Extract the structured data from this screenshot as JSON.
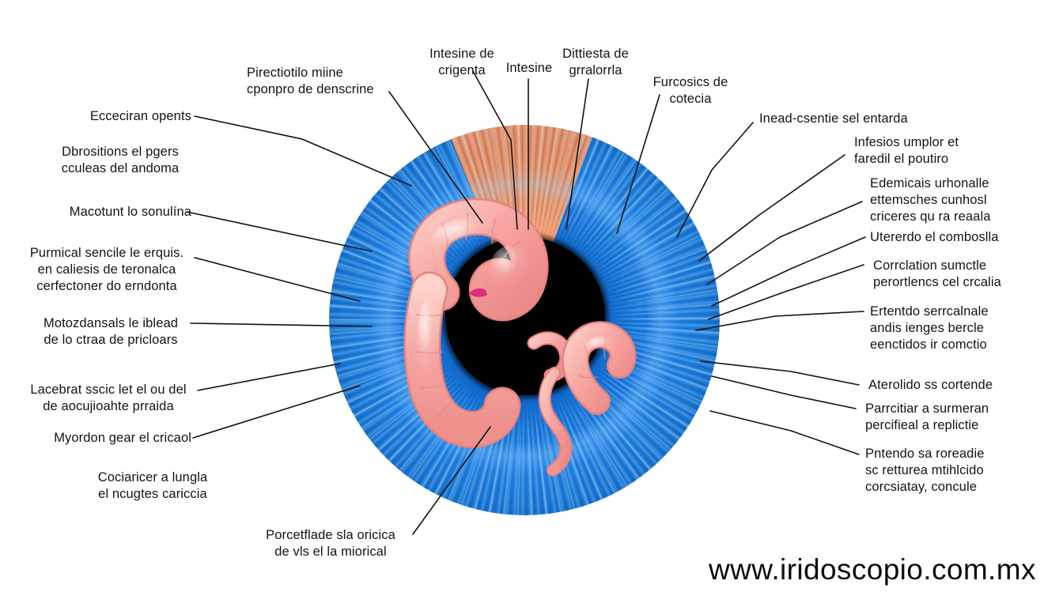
{
  "page": {
    "title": "Iridology iris chart — digestive zone",
    "background_color": "#ffffff",
    "watermark": "www.iridoscopio.com.mx"
  },
  "colors": {
    "iris_blue_dark": "#0b4fa8",
    "iris_blue_mid": "#1a79da",
    "iris_blue_light": "#2a8bea",
    "fibre_highlight": "#a0d7ff",
    "wedge_orange": "#f08e5c",
    "wedge_orange_light": "#f9b289",
    "pupil_black": "#010101",
    "intestine_pink": "#f5a0a0",
    "intestine_highlight": "#fbc8c0",
    "intestine_accent": "#d9267a",
    "leader_line": "#111111",
    "text": "#131313"
  },
  "artwork": {
    "iris": {
      "name": "iris-illustration",
      "pupil_label": "pupil",
      "orange_sector_label": "highlighted-iris-sector"
    },
    "intestine": {
      "name": "intestine-illustration"
    }
  },
  "labels": {
    "left": [
      {
        "id": "left-1",
        "text": "Ecceciran opents",
        "align": "right"
      },
      {
        "id": "left-2",
        "text": "Dbrositions el pgers\ncculeas del andoma",
        "align": "center"
      },
      {
        "id": "left-3",
        "text": "Macotunt lo sonulína",
        "align": "right"
      },
      {
        "id": "left-4",
        "text": "Purmical sencile le erquis.\nen caliesis de teronalca\ncerfectoner do erndonta",
        "align": "center"
      },
      {
        "id": "left-5",
        "text": "Motozdansals le iblead\nde lo ctraa de pricloars",
        "align": "center"
      },
      {
        "id": "left-6",
        "text": "Lacebrat sscic let el ou del\nde aocujioahte prraida",
        "align": "center"
      },
      {
        "id": "left-7",
        "text": "Myordon gear el cricaol",
        "align": "right"
      },
      {
        "id": "left-8",
        "text": "Cociaricer a lungla\nel ncugtes cariccia",
        "align": "center"
      },
      {
        "id": "left-9",
        "text": "Porcetflade sla oricica\nde vls el la miorical",
        "align": "center"
      }
    ],
    "top": [
      {
        "id": "top-1",
        "text": "Pirectiotilo miine\ncponpro de denscrine",
        "align": "left"
      },
      {
        "id": "top-2",
        "text": "Intesine de\ncrigenta",
        "align": "center"
      },
      {
        "id": "top-3",
        "text": "Intesine",
        "align": "center"
      },
      {
        "id": "top-4",
        "text": "Dittiesta de\ngrralorrla",
        "align": "center"
      },
      {
        "id": "top-5",
        "text": "Furcosics de\ncotecia",
        "align": "center"
      }
    ],
    "right": [
      {
        "id": "right-1",
        "text": "Inead-csentie sel entarda",
        "align": "left"
      },
      {
        "id": "right-2",
        "text": "Infesios umplor et\nfaredil el poutiro",
        "align": "left"
      },
      {
        "id": "right-3",
        "text": "Edemicais urhonalle\nettemsches cunhosl\ncriceres qu ra reaala",
        "align": "left"
      },
      {
        "id": "right-4",
        "text": "Utererdo el comboslla",
        "align": "left"
      },
      {
        "id": "right-5",
        "text": "Corrclation sumctle\nperortlencs cel crcalia",
        "align": "left"
      },
      {
        "id": "right-6",
        "text": "Ertentdo serrcalnale\nandis ienges bercle\neenctidos ir comctio",
        "align": "left"
      },
      {
        "id": "right-7",
        "text": "Aterolido ss cortende",
        "align": "left"
      },
      {
        "id": "right-8",
        "text": "Parrcitiar a surmeran\npercifieal a replictie",
        "align": "left"
      },
      {
        "id": "right-9",
        "text": "Pntendo sa roreadie\nsc retturea mtihlcido\ncorcsiatay, concule",
        "align": "left"
      }
    ]
  }
}
